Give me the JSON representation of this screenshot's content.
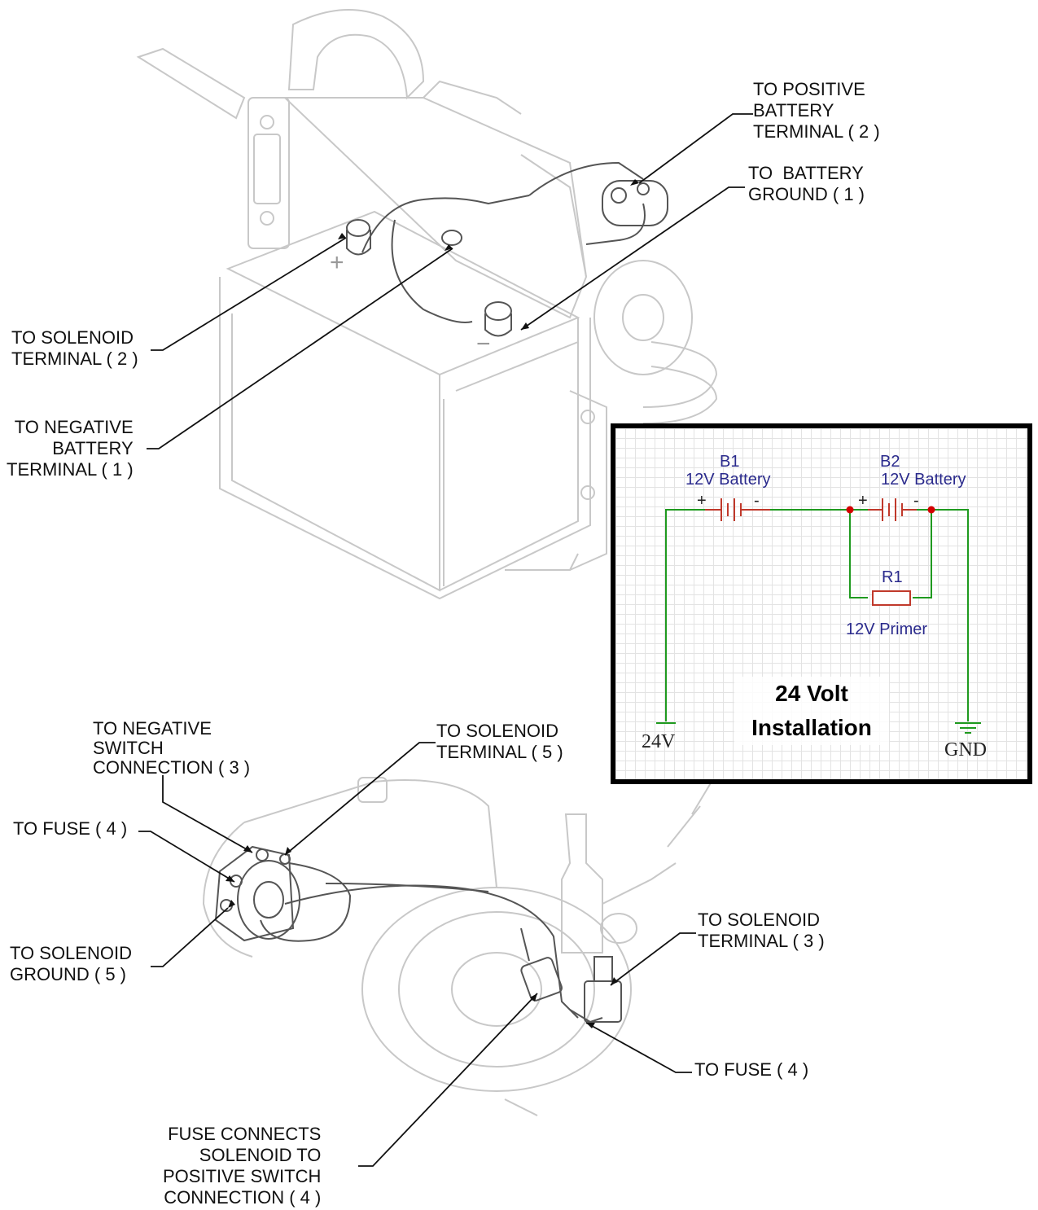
{
  "callouts": {
    "pos_battery_terminal_2": "TO POSITIVE\nBATTERY\nTERMINAL ( 2 )",
    "battery_ground_1": "TO  BATTERY\nGROUND ( 1 )",
    "solenoid_terminal_2": "TO SOLENOID\nTERMINAL ( 2 )",
    "neg_battery_terminal_1": "TO NEGATIVE\nBATTERY\nTERMINAL ( 1 )",
    "neg_switch_connection_3": "TO NEGATIVE\nSWITCH\nCONNECTION ( 3 )",
    "solenoid_terminal_5": "TO SOLENOID\nTERMINAL ( 5 )",
    "fuse_4_left": "TO FUSE ( 4 )",
    "solenoid_ground_5": "TO SOLENOID\nGROUND ( 5 )",
    "solenoid_terminal_3": "TO SOLENOID\nTERMINAL ( 3 )",
    "fuse_4_right": "TO FUSE ( 4 )",
    "fuse_connects": "FUSE CONNECTS\nSOLENOID TO\nPOSITIVE SWITCH\nCONNECTION ( 4 )"
  },
  "schematic": {
    "title": "24 Volt\nInstallation",
    "b1_name": "B1",
    "b1_value": "12V Battery",
    "b2_name": "B2",
    "b2_value": "12V Battery",
    "r1_name": "R1",
    "r1_value": "12V Primer",
    "plus_symbol": "+",
    "minus_symbol": "-",
    "supply_label": "24V",
    "ground_label": "GND",
    "colors": {
      "wire": "#1f9a1f",
      "component": "#c0392b",
      "node": "#d40000",
      "text": "#2a2a8c"
    }
  }
}
